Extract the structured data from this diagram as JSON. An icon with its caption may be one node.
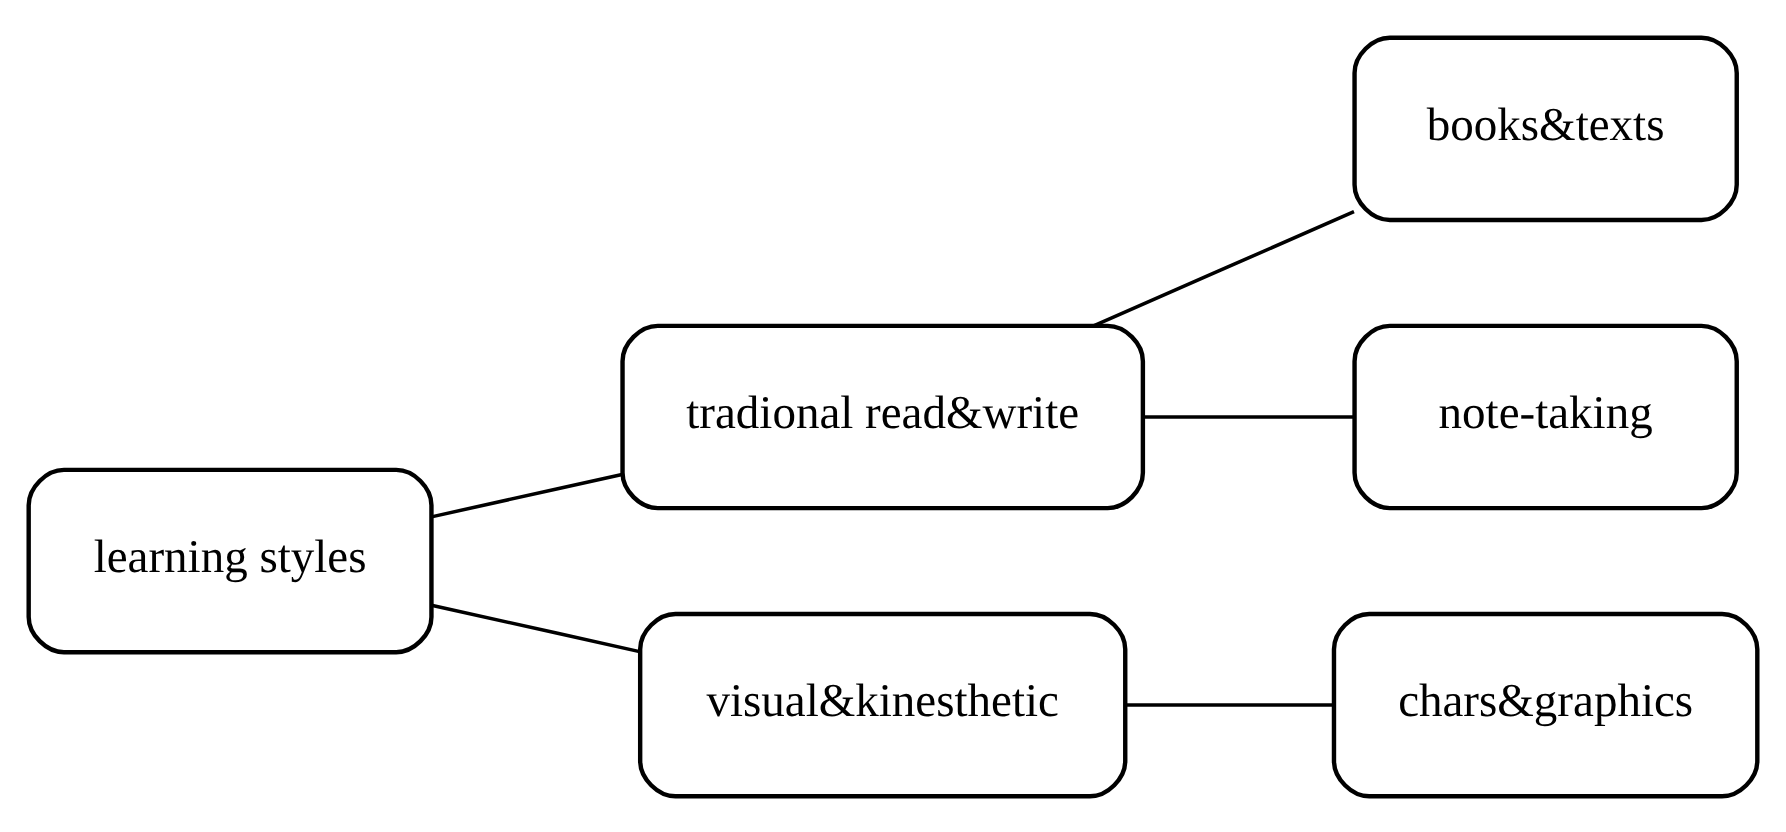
{
  "diagram": {
    "nodes": [
      {
        "text": [
          "learning styles"
        ]
      },
      {
        "text": [
          "tradional read&write"
        ]
      },
      {
        "text": [
          "visual&kinesthetic"
        ]
      },
      {
        "text": [
          "books&texts"
        ]
      },
      {
        "text": [
          "note-taking"
        ]
      },
      {
        "text": [
          "chars&graphics"
        ]
      }
    ],
    "edges": [
      {
        "from": 0,
        "to": 1,
        "arrow": "none"
      },
      {
        "from": 0,
        "to": 2,
        "arrow": "none"
      },
      {
        "from": 1,
        "to": 3,
        "arrow": "none"
      },
      {
        "from": 1,
        "to": 4,
        "arrow": "none"
      },
      {
        "from": 2,
        "to": 5,
        "arrow": "none"
      }
    ]
  }
}
